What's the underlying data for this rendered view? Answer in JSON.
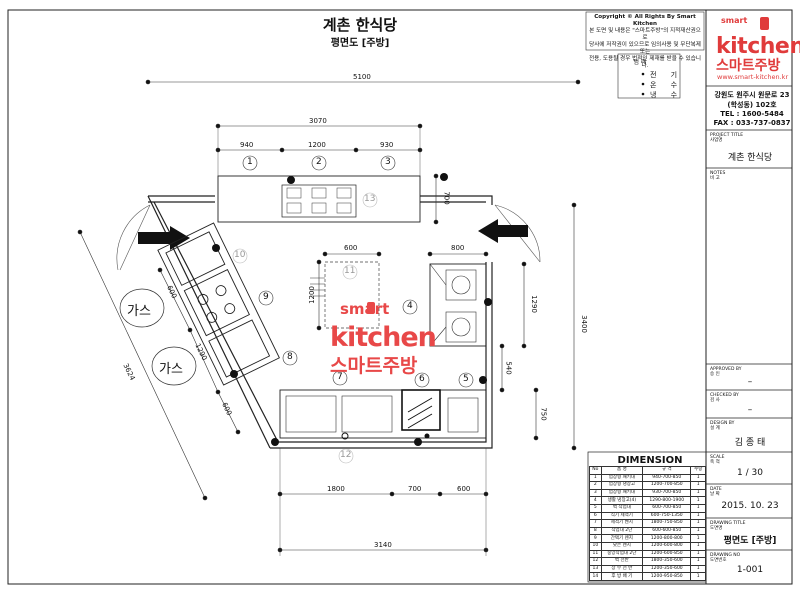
{
  "title": "계촌 한식당",
  "subtitle": "평면도 [주방]",
  "copyright": {
    "line1": "Copyright © All Rights By Smart Kitchen",
    "line2": "본 도면 및 내용은 \"스마트주방\"의 지적재산권으로",
    "line3": "당사에 저작권이 있으므로 임의사용 및 무단복제 또는",
    "line4": "전용, 도용될 경우 법적인 제재를 받을 수 있습니다."
  },
  "legend": {
    "title": "범 례",
    "items": [
      "전 기",
      "온 수",
      "냉 수"
    ]
  },
  "brand": {
    "small": "smart",
    "big": "kitchen",
    "korean": "스마트주방",
    "web": "www.smart-kitchen.kr",
    "color": "#e03b3b"
  },
  "address": {
    "line1": "강원도 원주시 원문로 23",
    "line2": "(학성동) 102호",
    "tel": "TEL : 1600-5484",
    "fax": "FAX : 033-737-0837"
  },
  "titleblock": {
    "project_label": "PROJECT TITLE",
    "project_label_kr": "사업명",
    "project": "계촌 한식당",
    "notes_label": "NOTES",
    "notes_label_kr": "비 고",
    "approved_label": "APPROVED BY",
    "approved_label_kr": "승 인",
    "approved": "–",
    "checked_label": "CHECKED BY",
    "checked_label_kr": "검 사",
    "checked": "–",
    "design_label": "DESIGN BY",
    "design_label_kr": "설 계",
    "design": "김 종 태",
    "scale_label": "SCALE",
    "scale_label_kr": "축 척",
    "scale": "1 / 30",
    "date_label": "DATE",
    "date_label_kr": "날 짜",
    "date": "2015. 10. 23",
    "drawing_title_label": "DRAWING TITLE",
    "drawing_title_label_kr": "도면명",
    "drawing_title": "평면도 [주방]",
    "drawing_no_label": "DRAWING NO",
    "drawing_no_label_kr": "도면번호",
    "drawing_no": "1-001"
  },
  "plan": {
    "dims": {
      "overall": "5100",
      "top_span": "3070",
      "top_a": "940",
      "top_b": "1200",
      "top_c": "930",
      "right_top": "700",
      "mid_left": "600",
      "mid_right": "800",
      "sink_w": "1290",
      "right_side": "3400",
      "mid_h": "1200",
      "r_540": "540",
      "r_750": "750",
      "bottom_a": "1800",
      "bottom_b": "700",
      "bottom_c": "600",
      "bottom_total": "3140",
      "left_600": "600",
      "left_1290": "1290",
      "left_600b": "600",
      "diag": "3624"
    },
    "labels": {
      "n1": "1",
      "n2": "2",
      "n3": "3",
      "n4": "4",
      "n5": "5",
      "n6": "6",
      "n7": "7",
      "n8": "8",
      "n9": "9",
      "n10": "10",
      "n11": "11",
      "n12": "12",
      "n13": "13"
    },
    "gas1": "가스",
    "gas2": "가스"
  },
  "watermark": {
    "small": "smart",
    "big": "kitchen",
    "korean": "스마트주방"
  },
  "dimension_table": {
    "title": "DIMENSION",
    "headers": [
      "No",
      "품 명",
      "규 격",
      "수량"
    ],
    "rows": [
      [
        "1",
        "업장형 패키대",
        "940-700-850",
        "1"
      ],
      [
        "2",
        "업장형 냉장고",
        "1200-700-850",
        "1"
      ],
      [
        "3",
        "업장형 패키대",
        "930-700-850",
        "1"
      ],
      [
        "4",
        "생활 냉장고(4)",
        "1290-800-1900",
        "1"
      ],
      [
        "5",
        "벽 작업대",
        "600-700-850",
        "1"
      ],
      [
        "6",
        "식기 세척기",
        "600-750-1350",
        "1"
      ],
      [
        "7",
        "세척기 벤치",
        "1800-750-850",
        "1"
      ],
      [
        "8",
        "작업대 2단",
        "600-600-850",
        "1"
      ],
      [
        "9",
        "간택기 렌지",
        "1200-800-800",
        "1"
      ],
      [
        "10",
        "낮은 렌지",
        "1200-600-800",
        "1"
      ],
      [
        "11",
        "중앙작업대 2단",
        "1200-600-850",
        "1"
      ],
      [
        "12",
        "벽 선반",
        "1800-350-600",
        "1"
      ],
      [
        "13",
        "상 부 선 반",
        "1200-350-600",
        "1"
      ],
      [
        "14",
        "후 방 배 기",
        "1200-950-850",
        "1"
      ]
    ]
  }
}
